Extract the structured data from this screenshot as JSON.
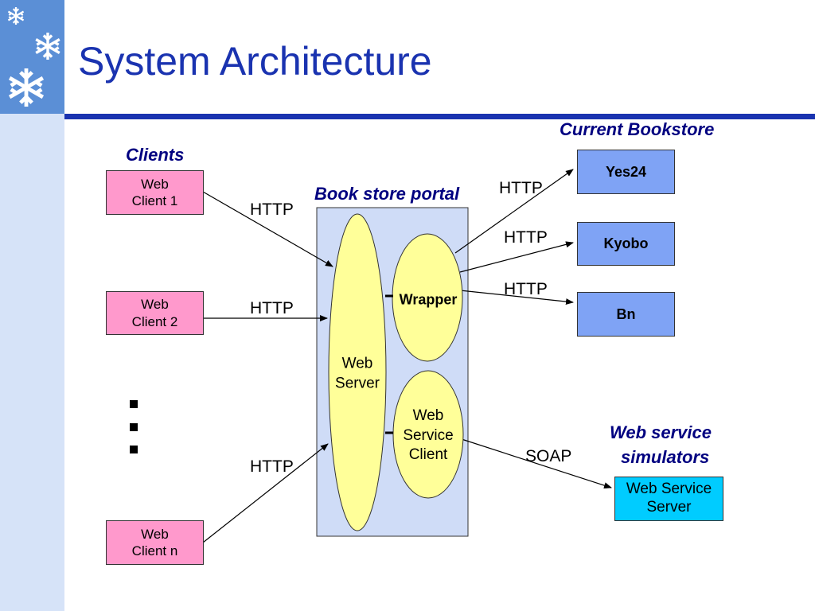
{
  "slide": {
    "title": "System Architecture"
  },
  "clients": {
    "heading": "Clients",
    "items": [
      {
        "line1": "Web",
        "line2": "Client 1"
      },
      {
        "line1": "Web",
        "line2": "Client 2"
      },
      {
        "line1": "Web",
        "line2": "Client n"
      }
    ]
  },
  "portal": {
    "heading": "Book store portal",
    "web_server": {
      "line1": "Web",
      "line2": "Server"
    },
    "wrapper": "Wrapper",
    "ws_client": {
      "line1": "Web",
      "line2": "Service",
      "line3": "Client"
    }
  },
  "bookstores": {
    "heading": "Current Bookstore",
    "items": [
      "Yes24",
      "Kyobo",
      "Bn"
    ]
  },
  "simulators": {
    "heading_line1": "Web service",
    "heading_line2": "simulators",
    "server": {
      "line1": "Web Service",
      "line2": "Server"
    }
  },
  "protocols": {
    "client1": "HTTP",
    "client2": "HTTP",
    "clientn": "HTTP",
    "yes24": "HTTP",
    "kyobo": "HTTP",
    "bn": "HTTP",
    "soap": "SOAP"
  },
  "colors": {
    "title": "#1a33b0",
    "client_box": "#ff99cc",
    "store_box": "#7fa3f5",
    "ws_server_box": "#00ccff",
    "portal_bg": "#cfdcf7",
    "ellipse": "#ffff99",
    "heading": "#000080"
  },
  "icons": [
    "snowflake-icon"
  ]
}
